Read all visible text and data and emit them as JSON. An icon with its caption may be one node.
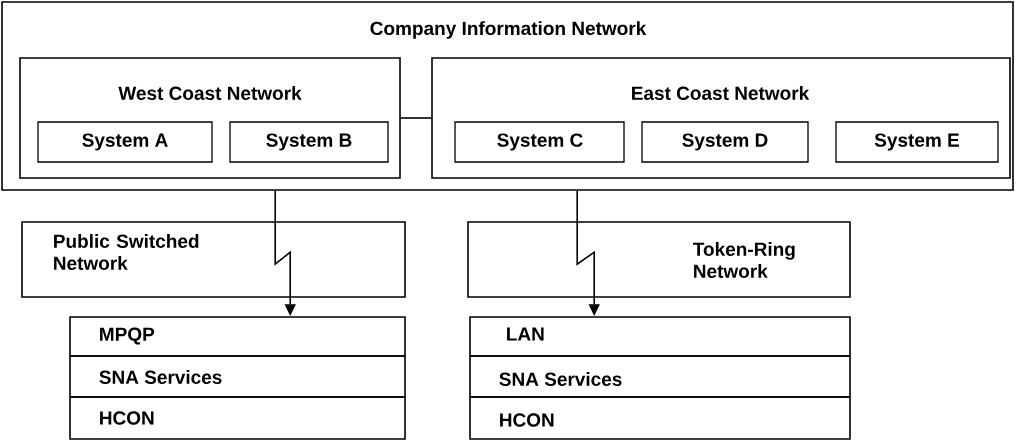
{
  "diagram": {
    "nodes": [
      {
        "text": [
          "Company Information Network"
        ]
      },
      {
        "text": [
          "West Coast Network"
        ],
        "in": 0
      },
      {
        "text": [
          "System A"
        ],
        "in": 1
      },
      {
        "text": [
          "System B"
        ],
        "in": 1
      },
      {
        "text": [
          "East Coast Network"
        ],
        "in": 0
      },
      {
        "text": [
          "System C"
        ],
        "in": 4
      },
      {
        "text": [
          "System D"
        ],
        "in": 4
      },
      {
        "text": [
          "System E"
        ],
        "in": 4
      },
      {
        "text": [
          "Public Switched Network"
        ]
      },
      {
        "text": [
          "Token-Ring Network"
        ]
      },
      {
        "text": [
          "MPQP"
        ]
      },
      {
        "text": [
          "SNA Services"
        ]
      },
      {
        "text": [
          "HCON"
        ]
      },
      {
        "text": [
          "LAN"
        ]
      },
      {
        "text": [
          "SNA Services"
        ]
      },
      {
        "text": [
          "HCON"
        ]
      }
    ],
    "edges": [
      {
        "from": 1,
        "to": 4,
        "arrow": "none"
      },
      {
        "from": 0,
        "to": 8,
        "arrow": "none"
      },
      {
        "from": 8,
        "to": 10,
        "arrow": "to"
      },
      {
        "from": 0,
        "to": 9,
        "arrow": "none"
      },
      {
        "from": 9,
        "to": 13,
        "arrow": "to"
      }
    ]
  }
}
